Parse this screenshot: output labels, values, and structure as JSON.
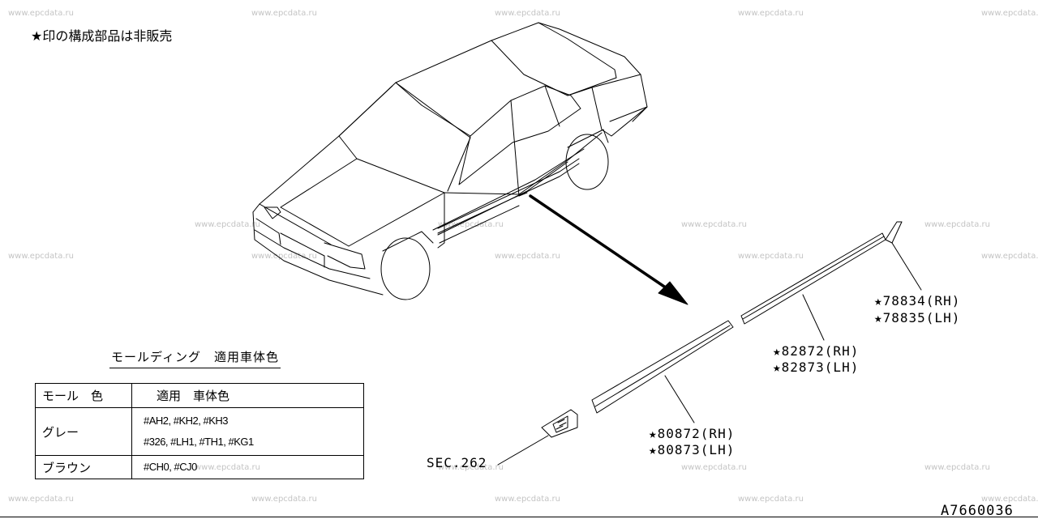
{
  "watermark": "www.epcdata.ru",
  "note": "★印の構成部品は非販売",
  "parts": [
    {
      "line1": "★78834(RH)",
      "line2": "★78835(LH)"
    },
    {
      "line1": "★82872(RH)",
      "line2": "★82873(LH)"
    },
    {
      "line1": "★80872(RH)",
      "line2": "★80873(LH)"
    }
  ],
  "sec_ref": "SEC.262",
  "legend": {
    "title": "モールディング　適用車体色",
    "headers": [
      "モール　色",
      "適用　車体色"
    ],
    "rows": [
      {
        "color": "グレー",
        "codes": [
          "#AH2, #KH2, #KH3",
          "#326, #LH1, #TH1, #KG1"
        ]
      },
      {
        "color": "ブラウン",
        "codes": [
          "#CH0, #CJ0"
        ]
      }
    ]
  },
  "doc_id": "A7660036"
}
